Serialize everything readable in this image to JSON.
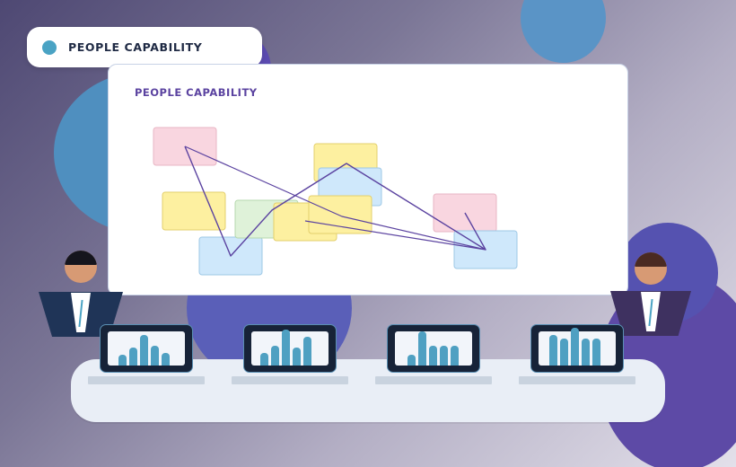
{
  "label": "PEOPLE CAPABILITY",
  "board": {
    "title": "PEOPLE CAPABILITY"
  },
  "colors": {
    "accent": "#4aa3c4",
    "title_purple": "#5b43a0",
    "line_purple": "#5b43a0",
    "note_pink": "#f9d6e0",
    "note_yellow": "#fdf0a0",
    "note_blue": "#cfe8fb",
    "note_green": "#dff2d9"
  },
  "sticky_note_colors": [
    "pink",
    "yellow",
    "blue",
    "yellow",
    "green",
    "yellow",
    "blue",
    "yellow",
    "pink",
    "blue"
  ],
  "laptop_count": 4,
  "people": [
    "presenter-left",
    "presenter-right"
  ]
}
